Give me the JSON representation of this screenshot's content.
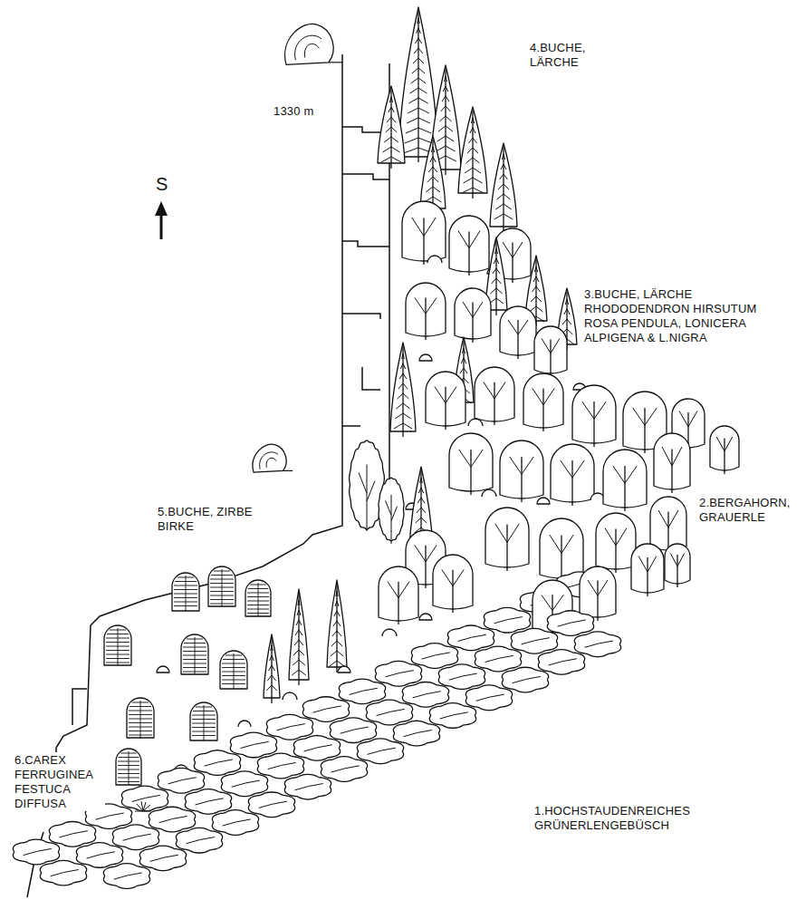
{
  "diagram": {
    "labels": [
      "S",
      "4.BUCHE, LÄRCHE",
      "1330 m",
      "3.BUCHE, LÄRCHE RHODODENDRON HIRSUTUM ROSA PENDULA, LONICERA ALPIGENA & L.NIGRA",
      "5.BUCHE, ZIRBE BIRKE",
      "2.BERGAHORN, GRAUERLE",
      "6.CAREX FERRUGINEA FESTUCA DIFFUSA",
      "1.HOCHSTAUDENREICHES GRÜNERLENGEBÜSCH"
    ]
  }
}
